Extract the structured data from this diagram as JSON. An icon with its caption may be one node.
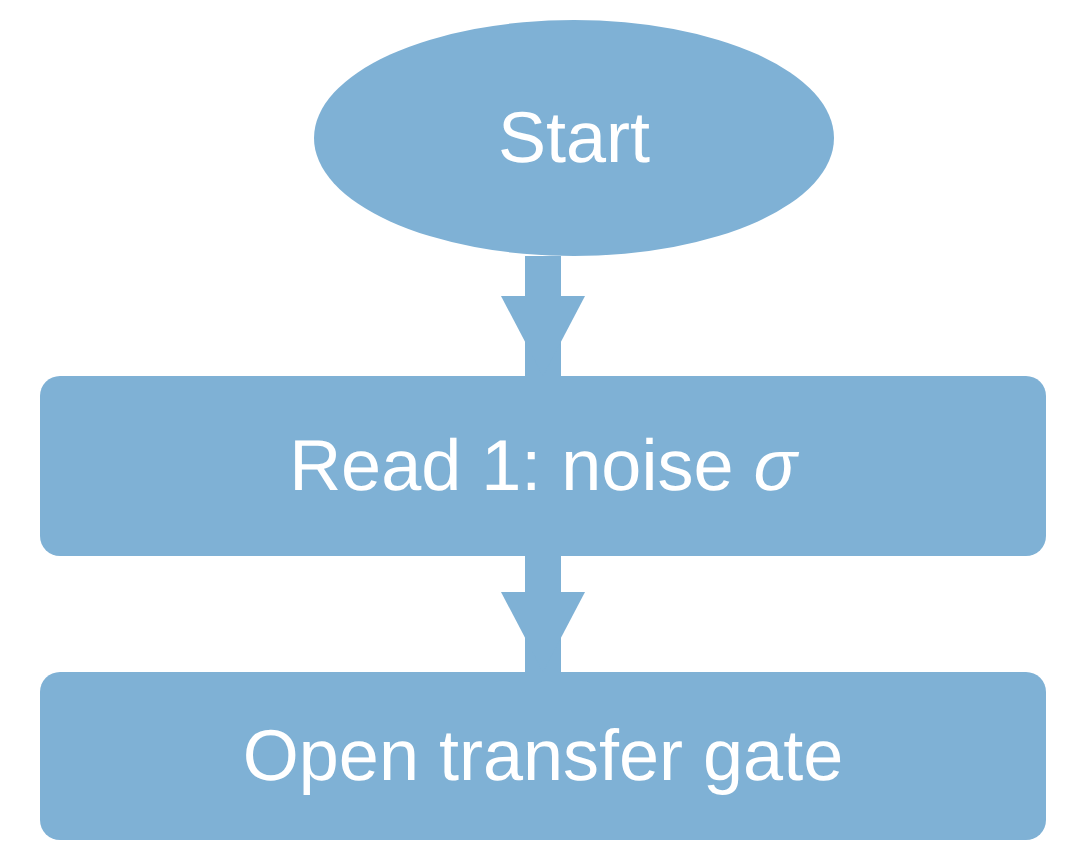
{
  "diagram": {
    "nodes": [
      {
        "text": [
          "Start"
        ]
      },
      {
        "text": [
          "Read 1: noise *σ*"
        ]
      },
      {
        "text": [
          "Open transfer gate"
        ]
      }
    ],
    "edges": [
      {
        "from": 0,
        "to": 1,
        "arrow": "to"
      },
      {
        "from": 1,
        "to": 2,
        "arrow": "to"
      }
    ]
  }
}
